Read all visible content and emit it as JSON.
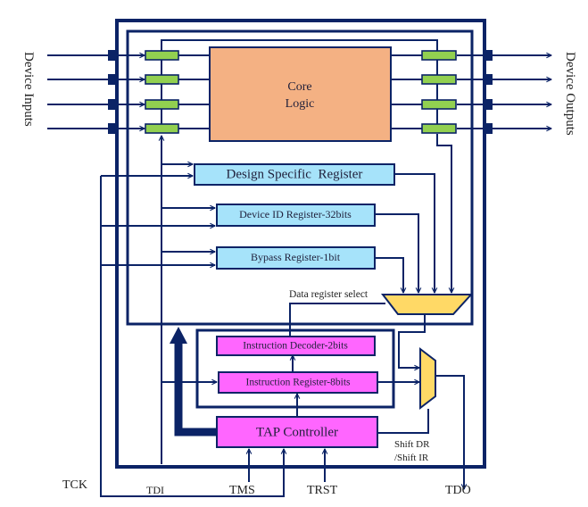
{
  "title": "JTAG Boundary Scan Architecture",
  "colors": {
    "line": "#0b2366",
    "bsr_cell": "#92d050",
    "core": "#f4b183",
    "data_register": "#a6e3fa",
    "instruction": "#ff66ff",
    "mux": "#ffd966"
  },
  "side_labels": {
    "inputs": "Device Inputs",
    "outputs": "Device Outputs"
  },
  "core": {
    "line1": "Core",
    "line2": "Logic"
  },
  "data_registers": [
    {
      "label": "Design Specific  Register"
    },
    {
      "label": "Device ID Register-32bits"
    },
    {
      "label": "Bypass Register-1bit"
    }
  ],
  "data_register_select": "Data register select",
  "instruction": {
    "decoder": "Instruction Decoder-2bits",
    "register": "Instruction Register-8bits"
  },
  "tap_controller": "TAP Controller",
  "shift_label": {
    "line1": "Shift DR",
    "line2": "/Shift IR"
  },
  "pins": {
    "tck": "TCK",
    "tdi": "TDI",
    "tms": "TMS",
    "trst": "TRST",
    "tdo": "TDO"
  },
  "boundary_cells": {
    "inputs": 4,
    "outputs": 4
  }
}
